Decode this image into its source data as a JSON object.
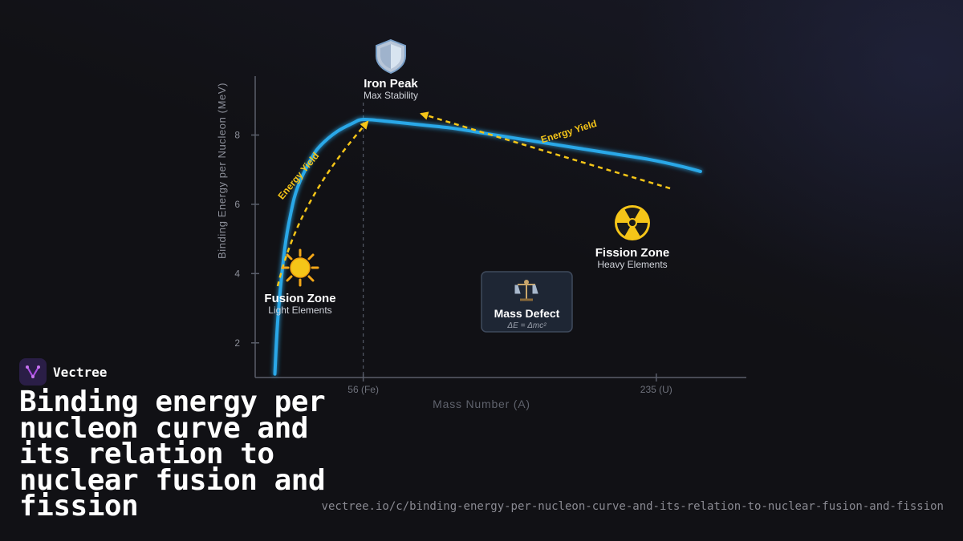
{
  "brand": {
    "name": "Vectree"
  },
  "headline": "Binding energy per nucleon curve and its relation to nuclear fusion and fission",
  "url": "vectree.io/c/binding-energy-per-nucleon-curve-and-its-relation-to-nuclear-fusion-and-fission",
  "chart_data": {
    "type": "line",
    "xlabel": "Mass Number (A)",
    "ylabel": "Binding Energy per Nucleon (MeV)",
    "y_ticks": [
      "2",
      "4",
      "6",
      "8"
    ],
    "x_ticks": [
      "56 (Fe)",
      "235 (U)"
    ],
    "series": [
      {
        "x": [
          2,
          4,
          8,
          12,
          16,
          24,
          30,
          40,
          50,
          56,
          70,
          90,
          110,
          130,
          150,
          170,
          190,
          210,
          230,
          250,
          262
        ],
        "y": [
          1.1,
          2.8,
          4.7,
          5.8,
          6.5,
          7.3,
          7.7,
          8.1,
          8.35,
          8.45,
          8.4,
          8.3,
          8.2,
          8.05,
          7.9,
          7.75,
          7.6,
          7.45,
          7.3,
          7.1,
          6.95
        ]
      }
    ],
    "xlim": [
      -10,
      290
    ],
    "ylim": [
      1,
      9.7
    ],
    "colors": {
      "curve": "#29a8e8",
      "arrows": "#f5c518",
      "reference": "#555a68"
    }
  },
  "annotations": {
    "iron_peak": {
      "icon": "shield-icon",
      "title": "Iron Peak",
      "subtitle": "Max Stability"
    },
    "fusion": {
      "icon": "sun-icon",
      "title": "Fusion Zone",
      "subtitle": "Light Elements"
    },
    "fission": {
      "icon": "radioactive-icon",
      "title": "Fission Zone",
      "subtitle": "Heavy Elements"
    },
    "mass_defect": {
      "icon": "scales-icon",
      "title": "Mass Defect",
      "formula": "ΔE = Δmc²"
    },
    "energy_yield_fusion": "Energy Yield",
    "energy_yield_fission": "Energy Yield"
  }
}
